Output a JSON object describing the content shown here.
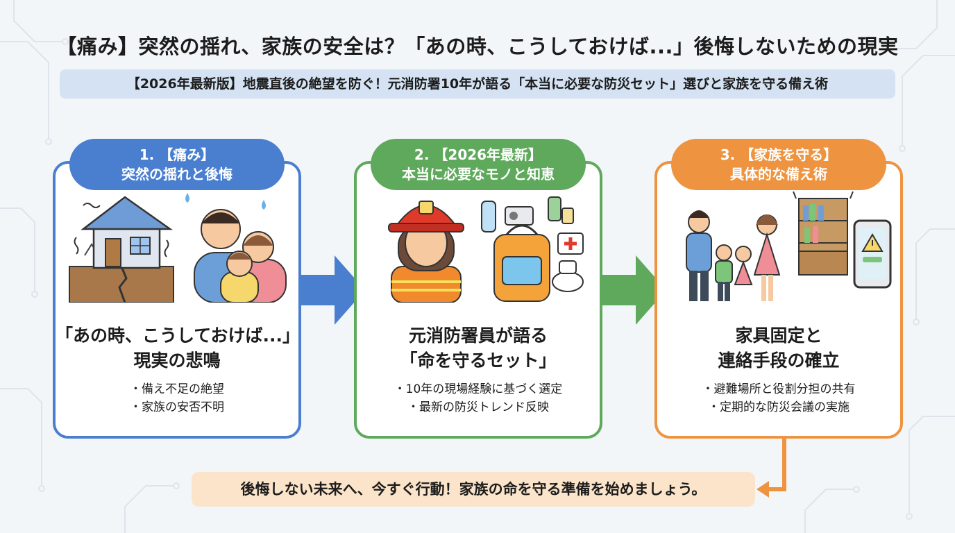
{
  "title": "【痛み】突然の揺れ、家族の安全は？「あの時、こうしておけば...」後悔しないための現実",
  "subtitle": "【2026年最新版】地震直後の絶望を防ぐ！元消防署10年が語る「本当に必要な防災セット」選びと家族を守る備え術",
  "colors": {
    "blue": "#4a7fd0",
    "green": "#5fa95c",
    "orange": "#ee9440"
  },
  "steps": [
    {
      "pill_line1": "1. 【痛み】",
      "pill_line2": "突然の揺れと後悔",
      "heading_line1": "「あの時、こうしておけば...」",
      "heading_line2": "現実の悲鳴",
      "bullets": [
        "備え不足の絶望",
        "家族の安否不明"
      ],
      "icons": [
        "cracked-house-icon",
        "worried-family-icon"
      ]
    },
    {
      "pill_line1": "2. 【2026年最新】",
      "pill_line2": "本当に必要なモノと知恵",
      "heading_line1": "元消防署員が語る",
      "heading_line2": "「命を守るセット」",
      "bullets": [
        "10年の現場経験に基づく選定",
        "最新の防災トレンド反映"
      ],
      "icons": [
        "firefighter-icon",
        "emergency-kit-icon"
      ]
    },
    {
      "pill_line1": "3. 【家族を守る】",
      "pill_line2": "具体的な備え術",
      "heading_line1": "家具固定と",
      "heading_line2": "連絡手段の確立",
      "bullets": [
        "避難場所と役割分担の共有",
        "定期的な防災会議の実施"
      ],
      "icons": [
        "family-icon",
        "bookshelf-icon",
        "alert-phone-icon"
      ]
    }
  ],
  "cta": "後悔しない未来へ、今すぐ行動！家族の命を守る準備を始めましょう。"
}
